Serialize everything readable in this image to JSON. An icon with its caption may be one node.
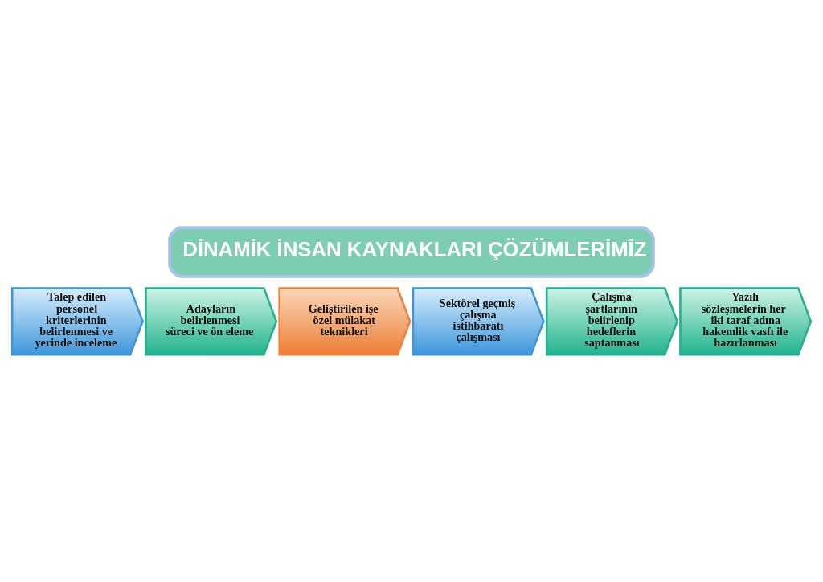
{
  "diagram": {
    "title": "DİNAMİK İNSAN KAYNAKLARI ÇÖZÜMLERİMİZ",
    "nodes": [
      {
        "text": [
          "Talep edilen personel kriterlerinin belirlenmesi ve yerinde inceleme"
        ]
      },
      {
        "text": [
          "Adayların belirlenmesi süreci ve ön eleme"
        ]
      },
      {
        "text": [
          "Geliştirilen işe özel mülakat teknikleri"
        ]
      },
      {
        "text": [
          "Sektörel geçmiş çalışma istihbaratı çalışması"
        ]
      },
      {
        "text": [
          "Çalışma şartlarının belirlenip hedeflerin saptanması"
        ]
      },
      {
        "text": [
          "Yazılı sözleşmelerin her iki taraf adına hakemlik vasfı ile hazırlanması"
        ]
      }
    ]
  }
}
